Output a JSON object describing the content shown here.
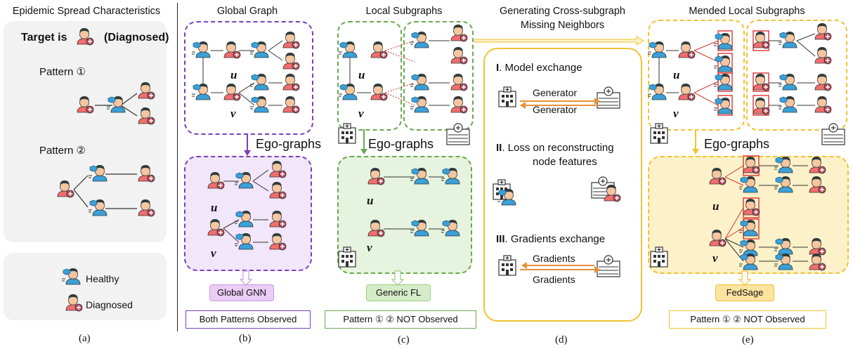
{
  "colors": {
    "purple": "#7b3fb8",
    "purple_fill": "#f2e6fb",
    "green": "#6aa84f",
    "green_fill": "#e6f3de",
    "yellow": "#f1c232",
    "yellow_fill": "#fdf1c9",
    "gray_panel": "#f2f2f2",
    "person_skin": "#f5c6a0",
    "healthy_shirt": "#3aa0d8",
    "diagnosed_shirt": "#f26d6d",
    "hair": "#2f3b3a",
    "mend_box": "#e03030"
  },
  "panel_a": {
    "title": "Epidemic Spread Characteristics",
    "target_prefix": "Target is",
    "target_suffix": "(Diagnosed)",
    "pattern1": "Pattern ①",
    "pattern2": "Pattern ②",
    "legend_healthy": "Healthy",
    "legend_diagnosed": "Diagnosed",
    "caption": "(a)"
  },
  "panel_b": {
    "title": "Global Graph",
    "ego": "Ego-graphs",
    "u": "u",
    "v": "v",
    "model_badge": "Global GNN",
    "result": "Both Patterns Observed",
    "caption": "(b)"
  },
  "panel_c": {
    "title": "Local Subgraphs",
    "ego": "Ego-graphs",
    "u": "u",
    "v": "v",
    "model_badge": "Generic FL",
    "result": "Pattern ① ② NOT Observed",
    "caption": "(c)"
  },
  "panel_d": {
    "title_line1": "Generating Cross-subgraph",
    "title_line2": "Missing Neighbors",
    "step1_num": "I",
    "step1_text": ". Model exchange",
    "gen_top": "Generator",
    "gen_bottom": "Generator",
    "step2_num": "II",
    "step2_text": ". Loss on reconstructing",
    "step2_line2": "node features",
    "step3_num": "III",
    "step3_text": ". Gradients exchange",
    "grad_top": "Gradients",
    "grad_bottom": "Gradients",
    "caption": "(d)"
  },
  "panel_e": {
    "title": "Mended Local Subgraphs",
    "ego": "Ego-graphs",
    "u": "u",
    "v": "v",
    "model_badge": "FedSage",
    "result": "Pattern ① ② NOT Observed",
    "caption": "(e)"
  }
}
